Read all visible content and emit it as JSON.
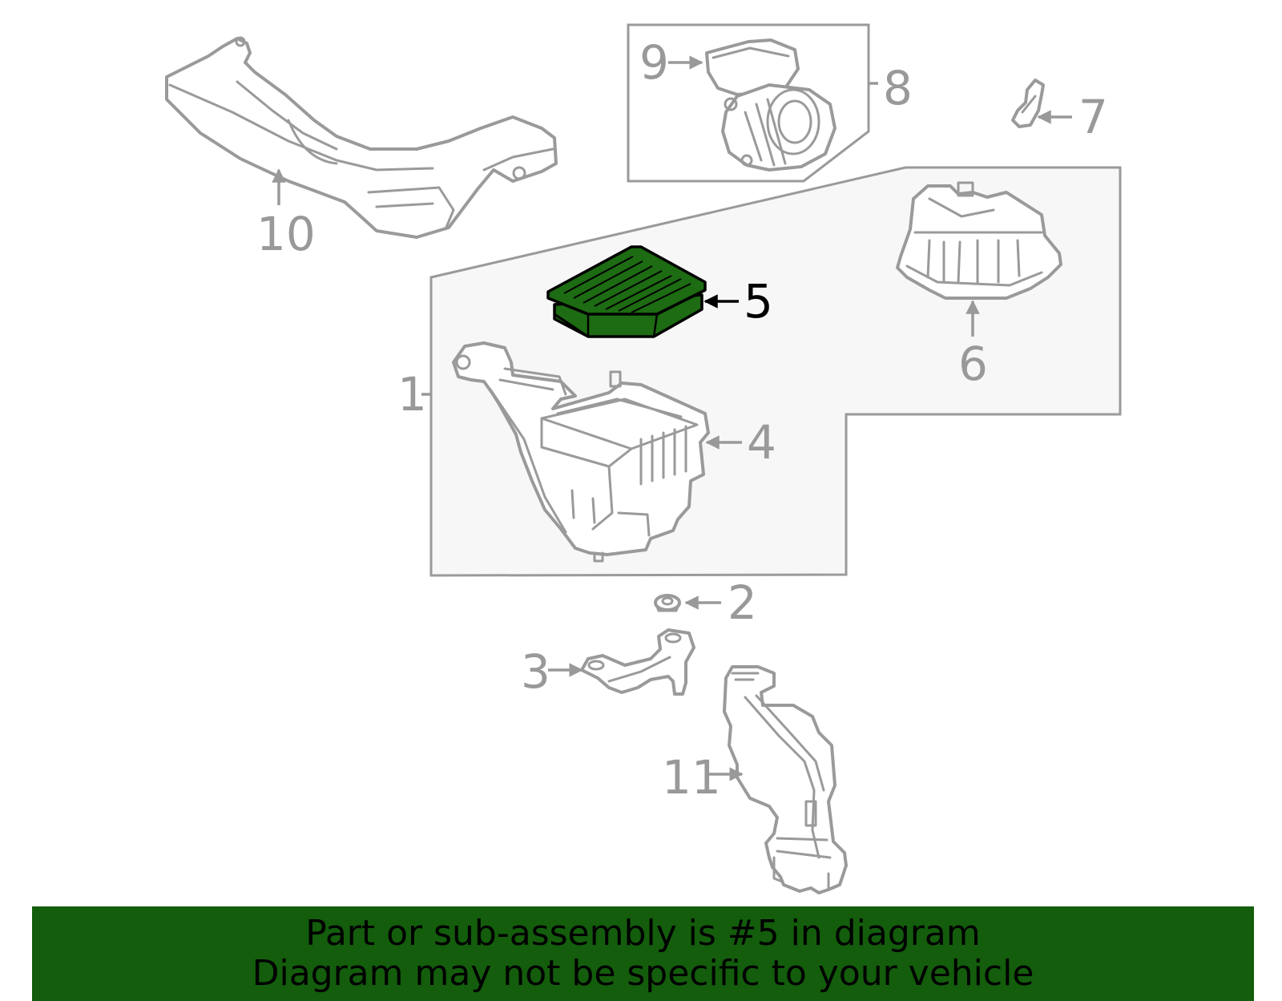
{
  "callouts": {
    "c1": "1",
    "c2": "2",
    "c3": "3",
    "c4": "4",
    "c5": "5",
    "c6": "6",
    "c7": "7",
    "c8": "8",
    "c9": "9",
    "c10": "10",
    "c11": "11"
  },
  "highlight": {
    "part": "5",
    "color": "#1d6b12"
  },
  "banner": {
    "line1": "Part or sub-assembly is #5 in diagram",
    "line2": "Diagram may not be specific to your vehicle",
    "color": "#135d0c"
  }
}
